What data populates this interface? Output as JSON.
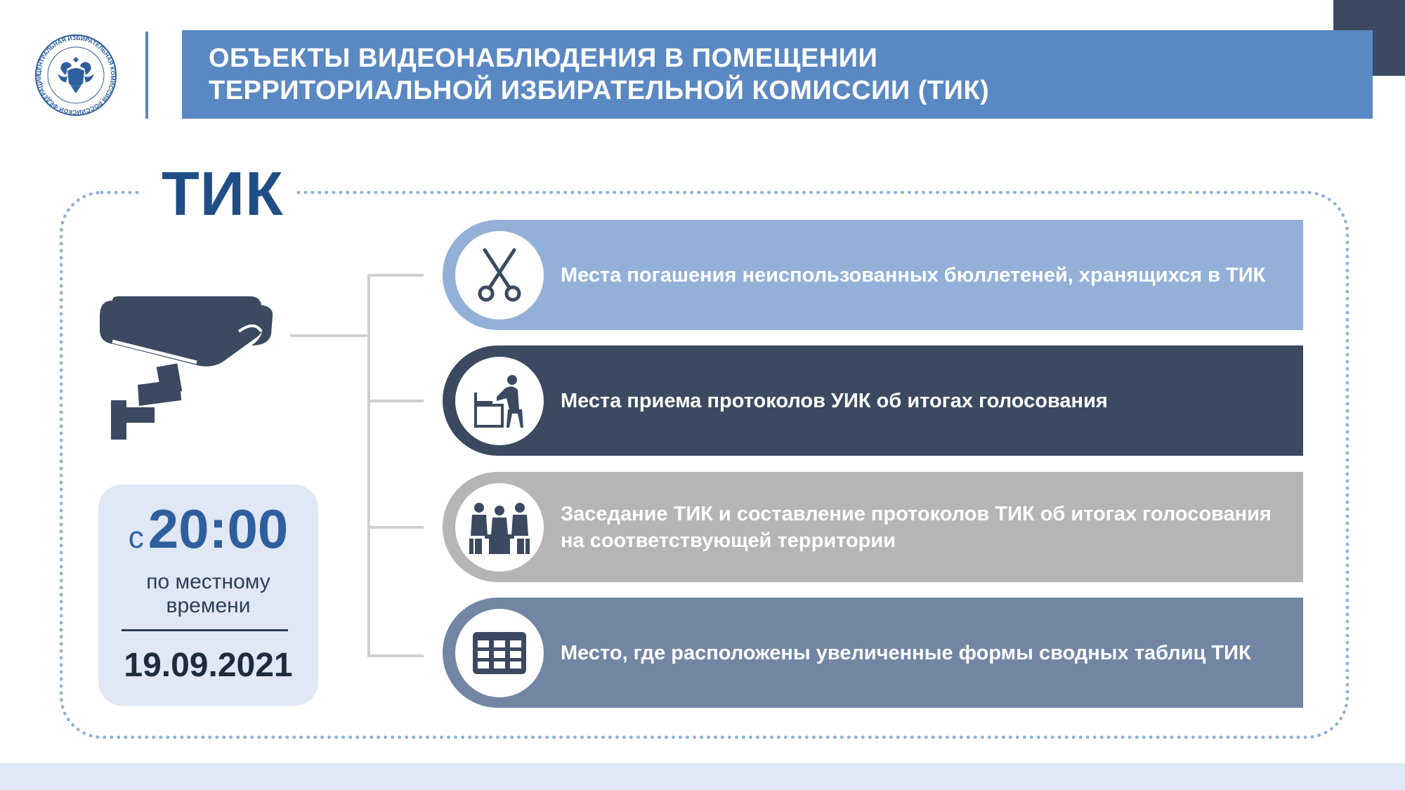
{
  "header": {
    "title_line1": "ОБЪЕКТЫ ВИДЕОНАБЛЮДЕНИЯ В ПОМЕЩЕНИИ",
    "title_line2": "ТЕРРИТОРИАЛЬНОЙ ИЗБИРАТЕЛЬНОЙ КОМИССИИ (ТИК)",
    "emblem_text": "ЦЕНТРАЛЬНАЯ ИЗБИРАТЕЛЬНАЯ КОМИССИЯ РОССИЙСКОЙ ФЕДЕРАЦИИ"
  },
  "frame": {
    "title": "ТИК"
  },
  "time_box": {
    "prefix": "с",
    "time": "20:00",
    "note_line1": "по местному",
    "note_line2": "времени",
    "date": "19.09.2021"
  },
  "items": [
    {
      "icon": "scissors-icon",
      "text_line1": "Места погашения неиспользованных бюллетеней, хранящихся в ТИК",
      "text_line2": ""
    },
    {
      "icon": "desk-person-icon",
      "text_line1": "Места приема протоколов УИК об итогах голосования",
      "text_line2": ""
    },
    {
      "icon": "meeting-icon",
      "text_line1": "Заседание ТИК и составление протоколов ТИК об итогах голосования",
      "text_line2": "на соответствующей территории"
    },
    {
      "icon": "table-grid-icon",
      "text_line1": "Место, где расположены увеличенные формы сводных таблиц ТИК",
      "text_line2": ""
    }
  ],
  "colors": {
    "header_bar": "#5a88c2",
    "corner": "#3b4a61",
    "title_blue": "#1f4e87",
    "card1": "#93b1d8",
    "card2": "#3b4a61",
    "card3": "#b5b5b5",
    "card4": "#7286a4",
    "timebox": "#dfe8f4"
  }
}
